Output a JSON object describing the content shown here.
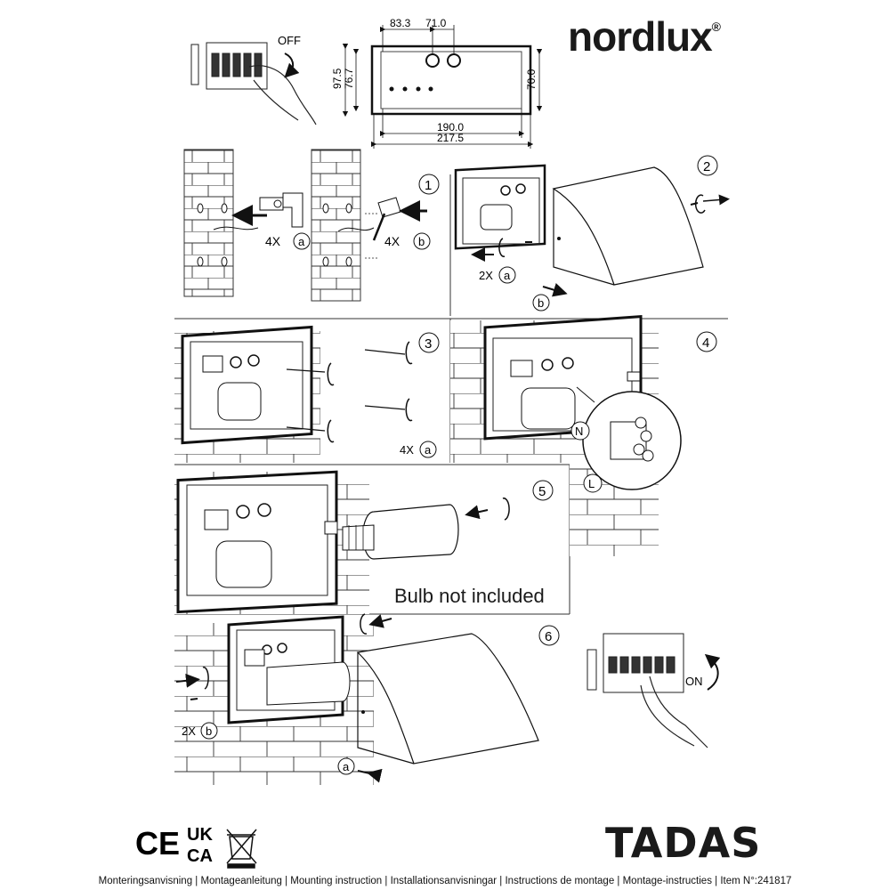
{
  "brand": {
    "name": "nordlux",
    "mark": "®"
  },
  "product": {
    "name": "TADAS"
  },
  "footer": {
    "text": "Monteringsanvisning | Montageanleitung | Mounting instruction | Installationsanvisningar | Instructions de montage | Montage-instructies | Item N°:241817"
  },
  "switch": {
    "off_label": "OFF",
    "on_label": "ON"
  },
  "dimensions": {
    "top_left": "83.3",
    "top_right": "71.0",
    "left_outer": "97.5",
    "left_inner": "76.7",
    "right": "70.0",
    "bottom_inner": "190.0",
    "bottom_outer": "217.5"
  },
  "steps": [
    {
      "number": "1",
      "labels": [
        "4X",
        "a",
        "4X",
        "b"
      ]
    },
    {
      "number": "2",
      "labels": [
        "2X",
        "a",
        "b"
      ]
    },
    {
      "number": "3",
      "labels": [
        "4X",
        "a"
      ]
    },
    {
      "number": "4",
      "labels": [
        "N",
        "L"
      ]
    },
    {
      "number": "5",
      "note": "Bulb not included"
    },
    {
      "number": "6",
      "labels": [
        "2X",
        "b",
        "a"
      ]
    }
  ],
  "certifications": {
    "ce": "CE",
    "ukca_top": "UK",
    "ukca_bottom": "CA"
  }
}
